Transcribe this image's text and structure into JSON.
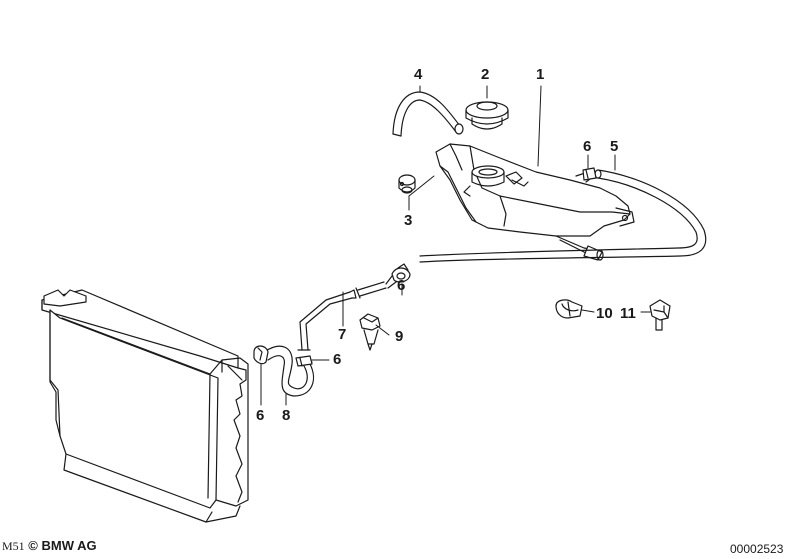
{
  "diagram": {
    "callouts": [
      {
        "id": "c1",
        "text": "1"
      },
      {
        "id": "c2",
        "text": "2"
      },
      {
        "id": "c3",
        "text": "3"
      },
      {
        "id": "c4",
        "text": "4"
      },
      {
        "id": "c5",
        "text": "5"
      },
      {
        "id": "c6a",
        "text": "6"
      },
      {
        "id": "c6b",
        "text": "6"
      },
      {
        "id": "c6c",
        "text": "6"
      },
      {
        "id": "c6d",
        "text": "6"
      },
      {
        "id": "c7",
        "text": "7"
      },
      {
        "id": "c8",
        "text": "8"
      },
      {
        "id": "c9",
        "text": "9"
      },
      {
        "id": "c10",
        "text": "10"
      },
      {
        "id": "c11",
        "text": "11"
      }
    ],
    "footer": {
      "model": "M51",
      "copyright": "© BMW AG",
      "code": "00002523"
    }
  }
}
